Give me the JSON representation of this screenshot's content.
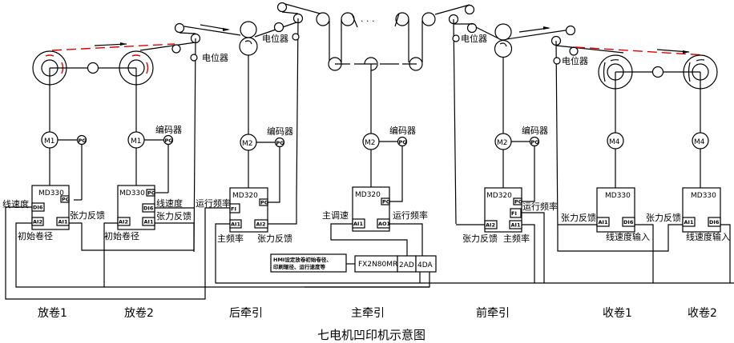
{
  "title": "七电机凹印机示意图",
  "sections": [
    {
      "id": "unwind1",
      "label": "放卷1"
    },
    {
      "id": "unwind2",
      "label": "放卷2"
    },
    {
      "id": "rear-traction",
      "label": "后牵引"
    },
    {
      "id": "main-traction",
      "label": "主牵引"
    },
    {
      "id": "front-traction",
      "label": "前牵引"
    },
    {
      "id": "rewind1",
      "label": "收卷1"
    },
    {
      "id": "rewind2",
      "label": "收卷2"
    }
  ],
  "motors": {
    "m1": "M1",
    "m2": "M2",
    "m4": "M4"
  },
  "encoder_tag": "PG",
  "labels": {
    "potentiometer": "电位器",
    "encoder": "编码器",
    "line_speed": "线速度",
    "tension_feedback": "张力反馈",
    "initial_diameter": "初始卷径",
    "run_frequency": "运行频率",
    "main_frequency": "主频率",
    "main_speed": "主调速",
    "line_speed_input": "线速度输入"
  },
  "drives": {
    "md330": "MD330",
    "md320": "MD320"
  },
  "ports": {
    "di6": "DI6",
    "ai1": "AI1",
    "ai2": "AI2",
    "pg": "PG",
    "fi": "FI",
    "ao1": "AO1"
  },
  "plc": {
    "hmi_note_line1": "HMI设定放卷初始卷径、",
    "hmi_note_line2": "印刷辊径、运行速度等",
    "model": "FX2N80MR",
    "ad": "2AD",
    "da": "4DA"
  },
  "colors": {
    "web_highlight": "#e00000",
    "line": "#000000"
  }
}
